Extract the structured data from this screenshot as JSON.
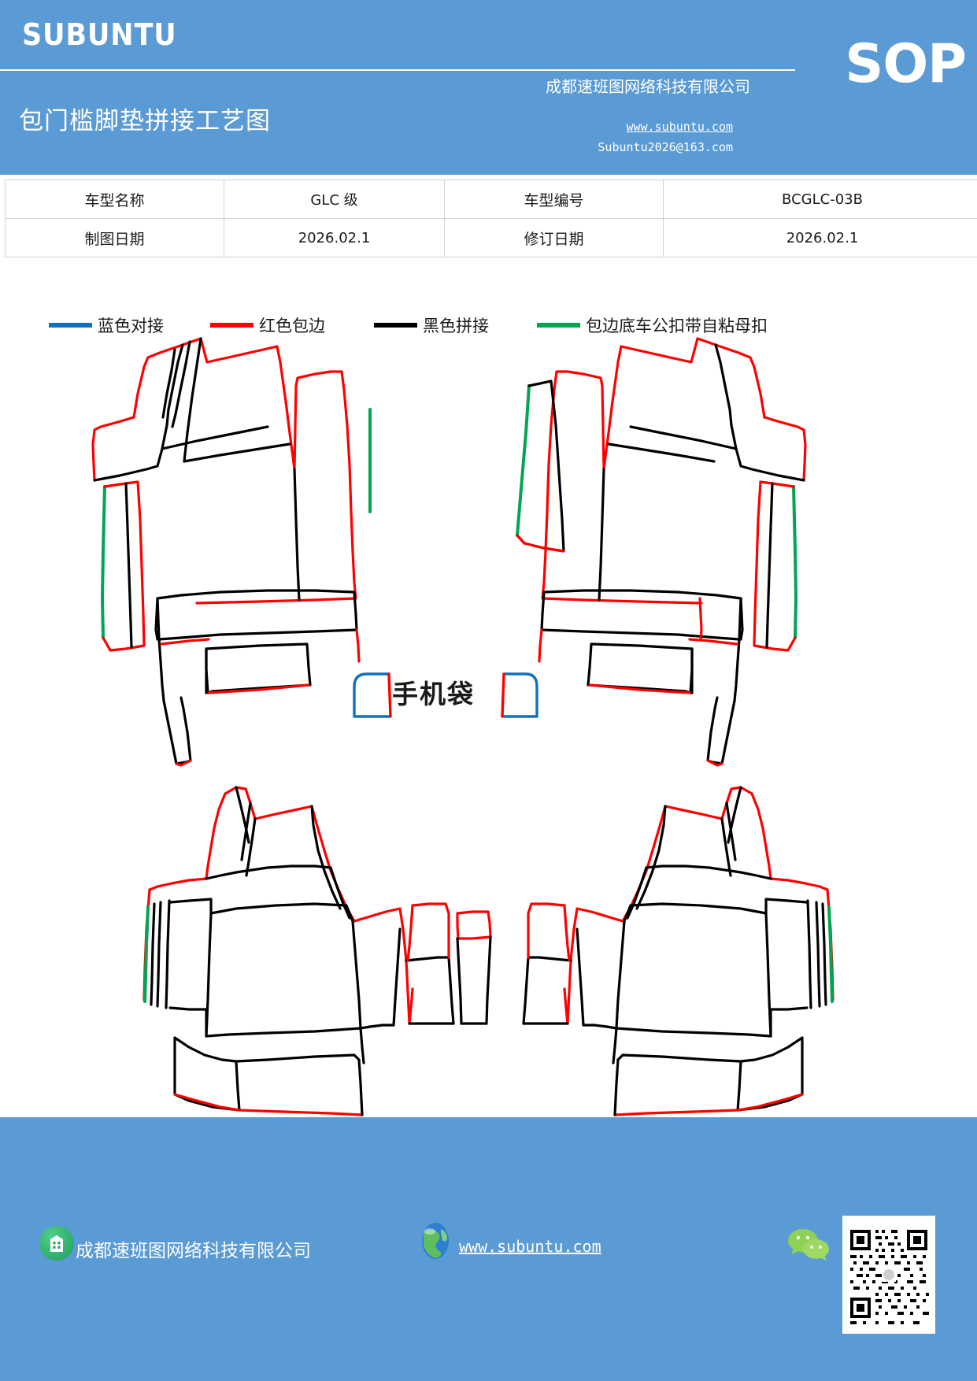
{
  "header": {
    "brand": "SUBUNTU",
    "badge": "SOP",
    "doc_title": "包门槛脚垫拼接工艺图",
    "company": "成都速班图网络科技有限公司",
    "url": "www.subuntu.com",
    "email": "Subuntu2026@163.com",
    "bg_color": "#5B9BD5"
  },
  "info_table": {
    "rows": [
      {
        "label1": "车型名称",
        "value1": "GLC 级",
        "label2": "车型编号",
        "value2": "BCGLC-03B"
      },
      {
        "label1": "制图日期",
        "value1": "2026.02.1",
        "label2": "修订日期",
        "value2": "2026.02.1"
      }
    ]
  },
  "legend": {
    "items": [
      {
        "color": "#1072BE",
        "label": "蓝色对接",
        "name": "legend-blue-butt-joint"
      },
      {
        "color": "#FF0000",
        "label": "红色包边",
        "name": "legend-red-edging"
      },
      {
        "color": "#000000",
        "label": "黑色拼接",
        "name": "legend-black-splice"
      },
      {
        "color": "#00A651",
        "label": "包边底车公扣带自粘母扣",
        "name": "legend-green-hook-loop"
      }
    ]
  },
  "drawing": {
    "phone_pocket_label": "手机袋",
    "parts": [
      {
        "name": "front-left-floor-mat",
        "region": "upper-left"
      },
      {
        "name": "front-right-floor-mat",
        "region": "upper-right"
      },
      {
        "name": "rear-left-floor-mat",
        "region": "lower-left"
      },
      {
        "name": "rear-right-floor-mat",
        "region": "lower-right"
      },
      {
        "name": "phone-pocket-piece",
        "region": "center"
      }
    ]
  },
  "footer": {
    "company": "成都速班图网络科技有限公司",
    "url": "www.subuntu.com",
    "building_icon": "building-icon",
    "globe_icon": "globe-icon",
    "wechat_icon": "wechat-icon",
    "qr_icon": "qr-code"
  }
}
